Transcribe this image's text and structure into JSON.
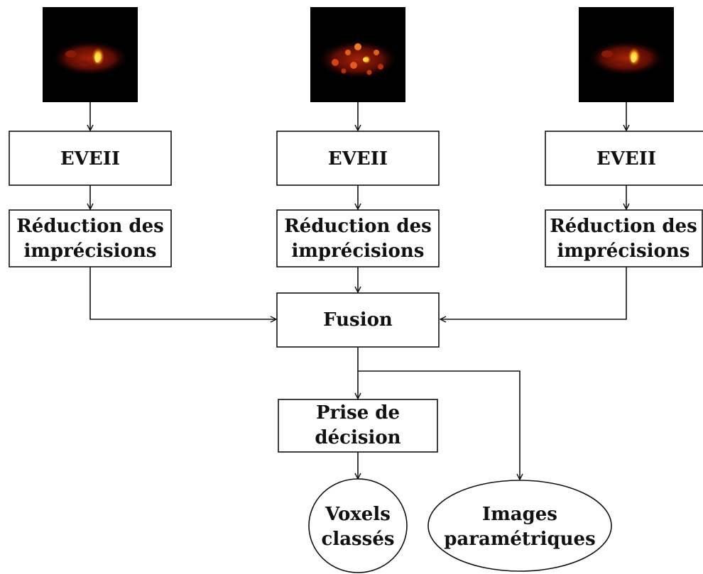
{
  "nodes": {
    "eveii_left": "EVEII",
    "eveii_center": "EVEII",
    "eveii_right": "EVEII",
    "reduction_left": [
      "Réduction des",
      "imprécisions"
    ],
    "reduction_center": [
      "Réduction des",
      "imprécisions"
    ],
    "reduction_right": [
      "Réduction des",
      "imprécisions"
    ],
    "fusion": "Fusion",
    "decision": [
      "Prise de",
      "décision"
    ],
    "voxels": [
      "Voxels",
      "classés"
    ],
    "images": [
      "Images",
      "paramétriques"
    ]
  },
  "colors": {
    "stroke": "#111111",
    "scan_background": "#000000",
    "scan_glow": "#7a1404",
    "scan_hotspot": "#ffd12a"
  }
}
